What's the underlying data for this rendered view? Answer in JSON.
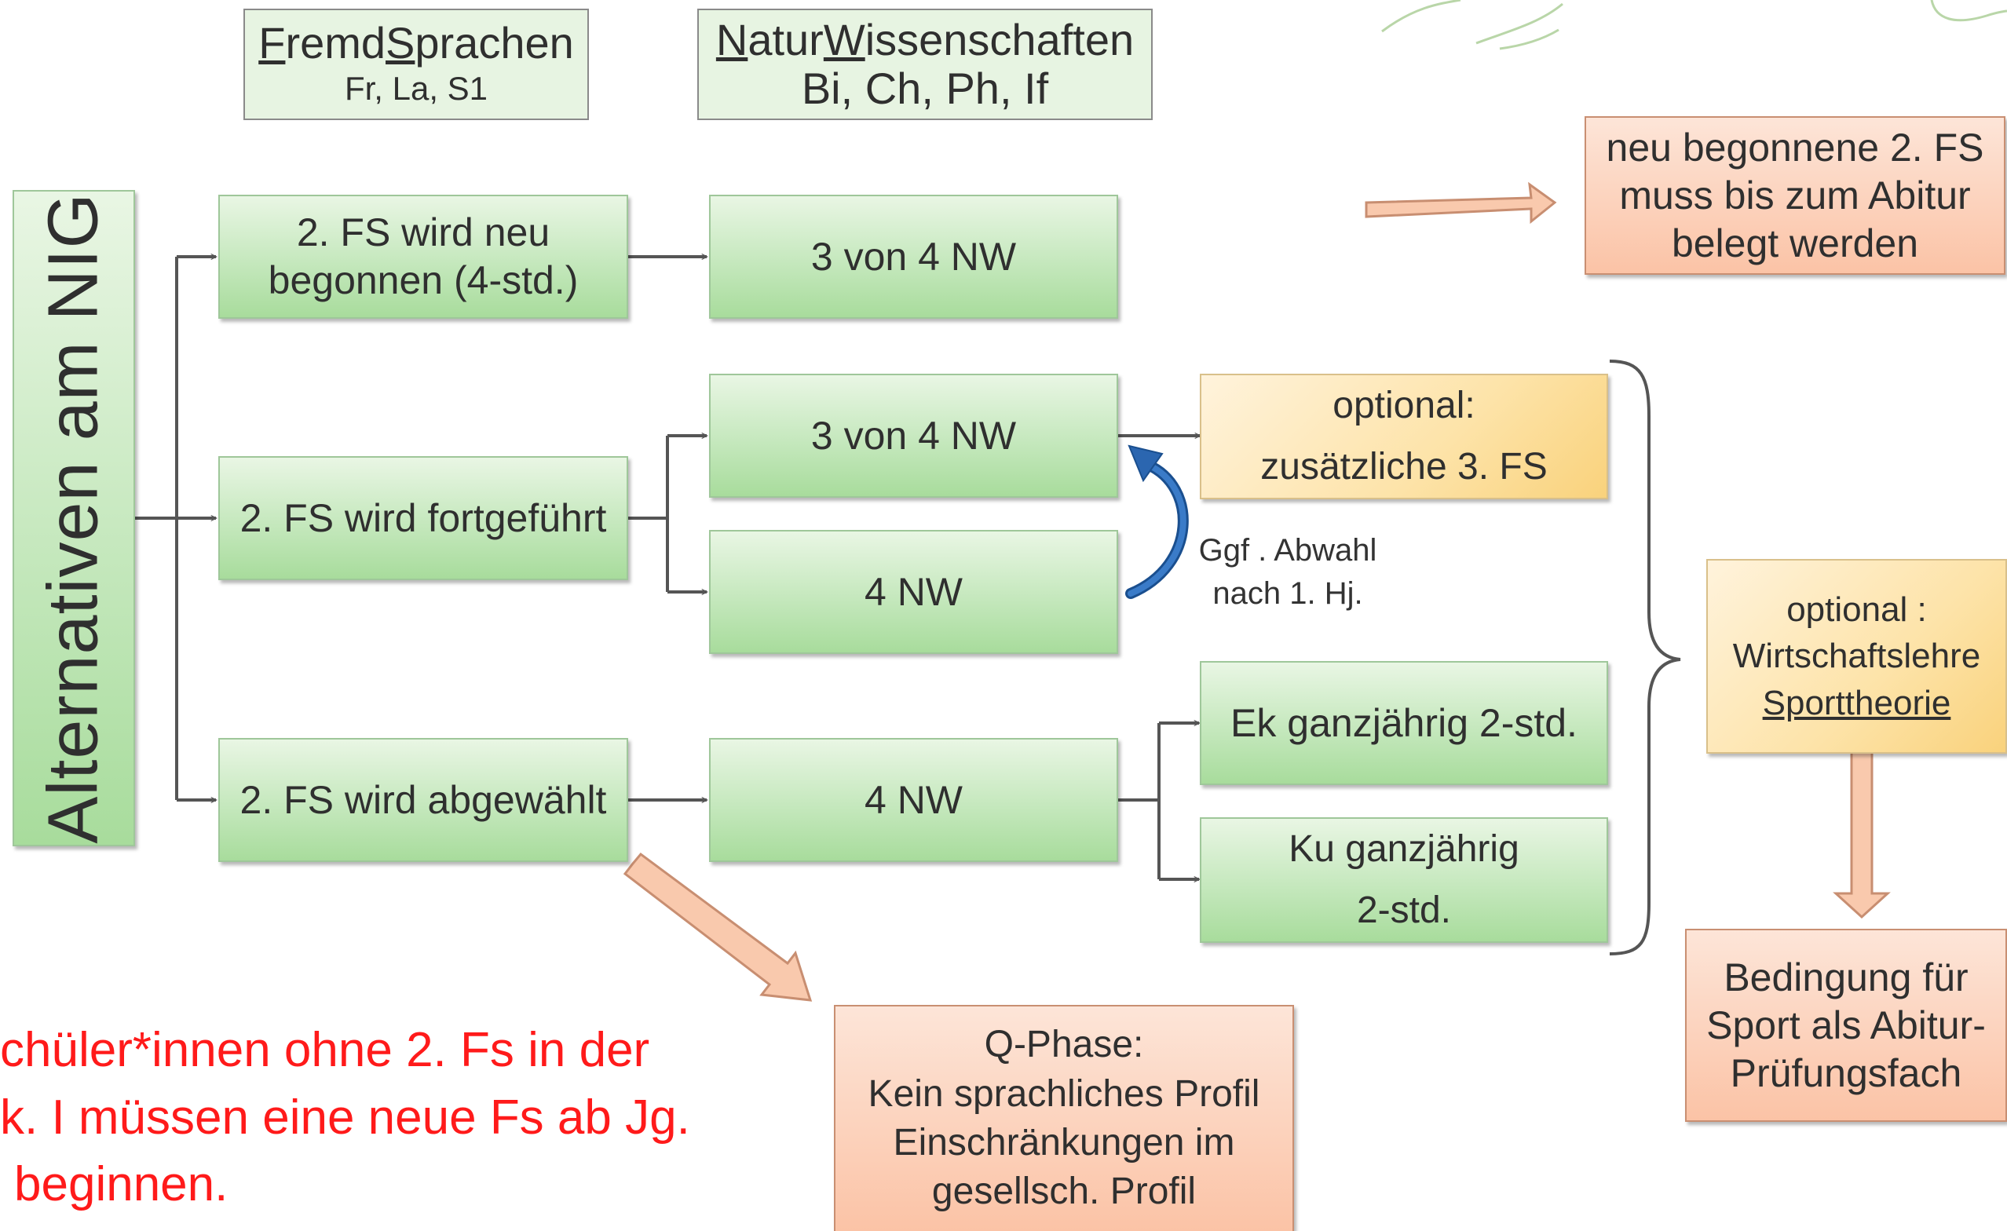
{
  "headers": {
    "fs": {
      "first": "F",
      "mid": "remd",
      "second": "S",
      "rest": "prachen",
      "sub": "Fr, La, S1"
    },
    "nw": {
      "first": "N",
      "mid": "atur",
      "second": "W",
      "rest": "issenschaften",
      "sub": "Bi, Ch, Ph, If"
    }
  },
  "vertical_title": "Alternativen am NIG",
  "row1": {
    "fs_line1": "2. FS wird neu",
    "fs_line2": "begonnen (4-std.)",
    "nw": "3 von 4 NW"
  },
  "row2": {
    "fs": "2. FS wird fortgeführt",
    "nw_a": "3 von 4 NW",
    "nw_b": "4 NW"
  },
  "row3": {
    "fs": "2. FS wird abgewählt",
    "nw": "4 NW"
  },
  "optional_fs": {
    "line1": "optional:",
    "line2": "zusätzliche 3. FS"
  },
  "abwahl_note": {
    "line1": "Ggf . Abwahl",
    "line2": "nach 1. Hj."
  },
  "ek_box": "Ek ganzjährig 2-std.",
  "ku_box": {
    "line1": "Ku ganzjährig",
    "line2": "2-std."
  },
  "neu_fs_note": {
    "line1": "neu begonnene 2. FS",
    "line2": "muss bis zum Abitur",
    "line3": "belegt werden"
  },
  "optional_wl": {
    "line1": "optional :",
    "line2": "Wirtschaftslehre",
    "line3": "Sporttheorie"
  },
  "sport_box": {
    "line1": "Bedingung für",
    "line2": "Sport als Abitur-",
    "line3": "Prüfungsfach"
  },
  "qphase_box": {
    "line1": "Q-Phase:",
    "line2": "Kein sprachliches Profil",
    "line3": "Einschränkungen im",
    "line4": "gesellsch. Profil"
  },
  "red_note": {
    "line1": "chüler*innen ohne 2. Fs in der",
    "line2": "k. I müssen eine neue Fs ab Jg.",
    "line3": "beginnen."
  },
  "colors": {
    "green": "#c5e8bd",
    "peach": "#fbc3a6",
    "yellow": "#fde3a8",
    "red_text": "#ff1a1a",
    "curved_arrow": "#1f5fa8"
  }
}
